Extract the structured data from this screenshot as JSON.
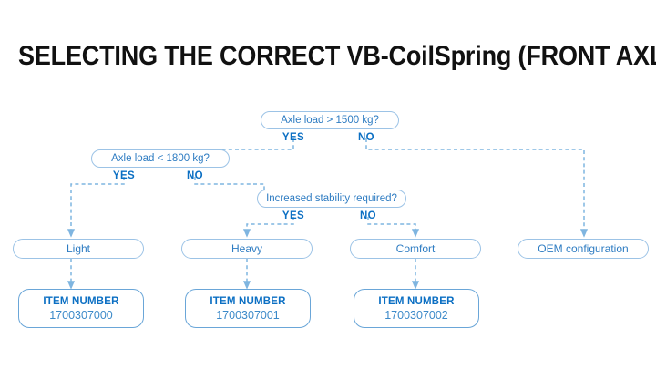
{
  "page": {
    "title": "SELECTING THE CORRECT VB-CoilSpring (FRONT AXLE)",
    "background": "#ffffff",
    "accent_blue": "#0b6fc3",
    "node_border": "#9cc3e6",
    "node_text": "#2e7cc2",
    "wire_color": "#7fb5e0"
  },
  "flow": {
    "decisions": [
      {
        "id": "d1",
        "label": "Axle load > 1500 kg?",
        "yes": "YES",
        "no": "NO"
      },
      {
        "id": "d2",
        "label": "Axle load < 1800 kg?",
        "yes": "YES",
        "no": "NO"
      },
      {
        "id": "d3",
        "label": "Increased stability required?",
        "yes": "YES",
        "no": "NO"
      }
    ],
    "results": [
      {
        "id": "r1",
        "label": "Light"
      },
      {
        "id": "r2",
        "label": "Heavy"
      },
      {
        "id": "r3",
        "label": "Comfort"
      },
      {
        "id": "r4",
        "label": "OEM configuration"
      }
    ],
    "items": [
      {
        "id": "i1",
        "title": "ITEM NUMBER",
        "number": "1700307000"
      },
      {
        "id": "i2",
        "title": "ITEM NUMBER",
        "number": "1700307001"
      },
      {
        "id": "i3",
        "title": "ITEM NUMBER",
        "number": "1700307002"
      }
    ]
  }
}
